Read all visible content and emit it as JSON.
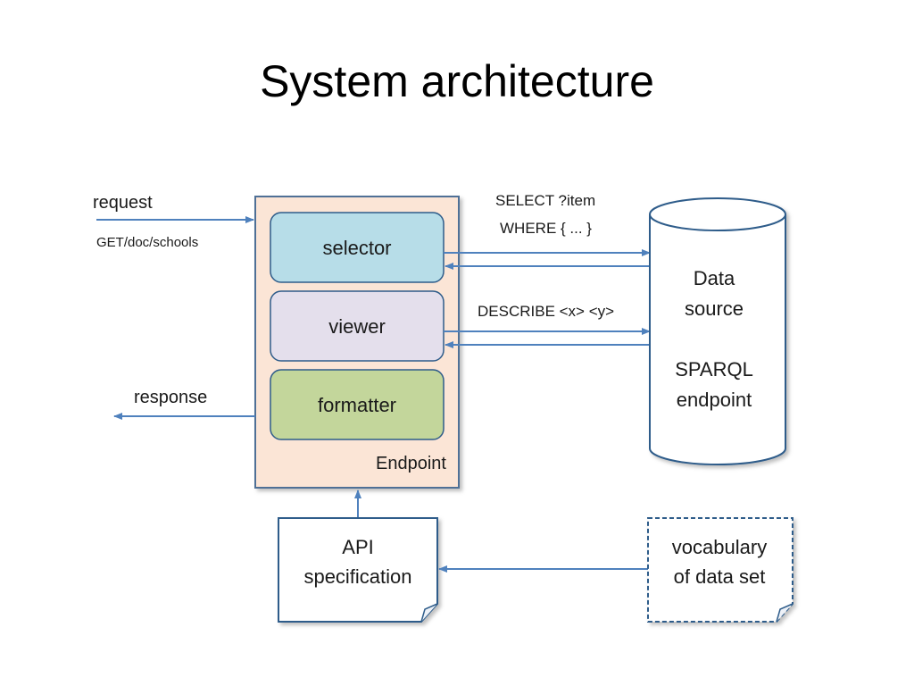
{
  "title": "System architecture",
  "diagram": {
    "inputs": {
      "request_label": "request",
      "request_path": "GET/doc/schools",
      "response_label": "response"
    },
    "endpoint": {
      "label": "Endpoint",
      "components": {
        "selector": "selector",
        "viewer": "viewer",
        "formatter": "formatter"
      }
    },
    "queries": {
      "select_line1": "SELECT ?item",
      "select_line2": "WHERE { ... }",
      "describe": "DESCRIBE <x> <y>"
    },
    "data_source": {
      "line1": "Data",
      "line2": "source",
      "line3": "SPARQL",
      "line4": "endpoint"
    },
    "api_spec": {
      "line1": "API",
      "line2": "specification"
    },
    "vocabulary": {
      "line1": "vocabulary",
      "line2": "of data set"
    },
    "colors": {
      "arrow": "#4f81bd",
      "endpoint_fill": "#fbe5d6",
      "endpoint_border": "#4f6f96",
      "selector_fill": "#b7dde8",
      "viewer_fill": "#e4dfec",
      "formatter_fill": "#c3d69b",
      "box_border": "#2e5c8a"
    }
  }
}
